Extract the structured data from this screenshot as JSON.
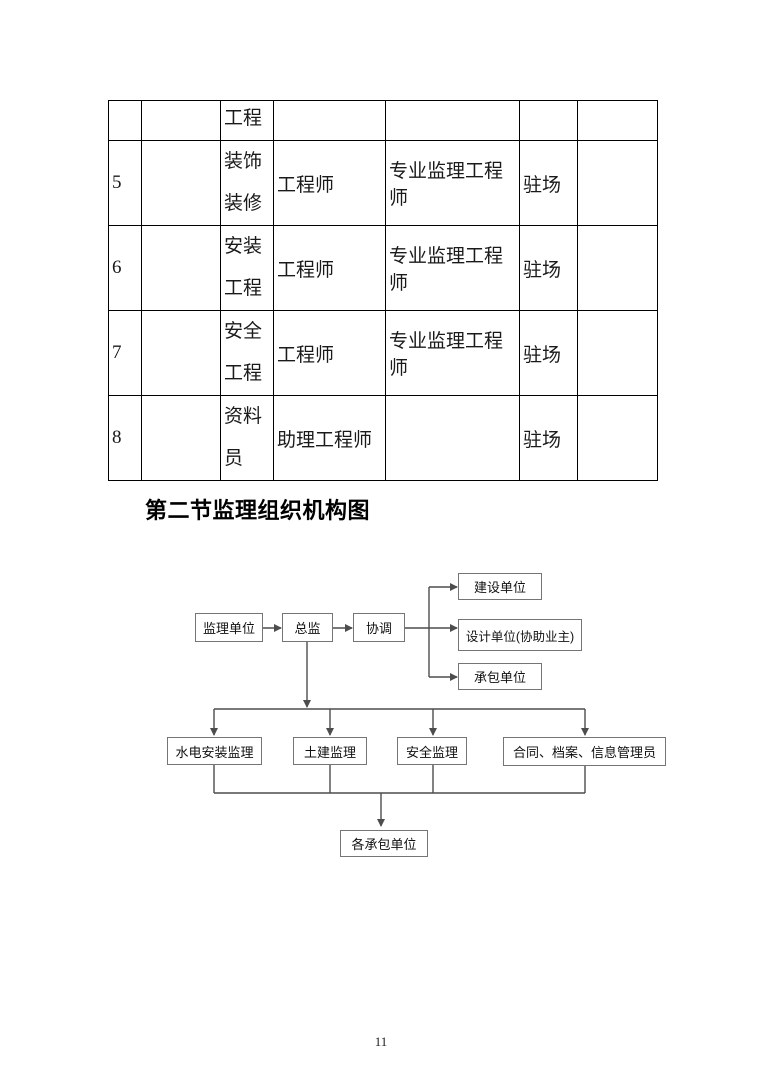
{
  "page": {
    "number": "11"
  },
  "section_heading": "第二节监理组织机构图",
  "colors": {
    "table_border": "#000000",
    "diagram_line": "#4d4d4d",
    "diagram_box_border": "#757575"
  },
  "table": {
    "rows": [
      {
        "c1": "",
        "c2": "",
        "c3": "工程",
        "c4": "",
        "c5": "",
        "c6": "",
        "c7": ""
      },
      {
        "c1": "5",
        "c2": "",
        "c3": "装饰\n装修",
        "c4": "工程师",
        "c5": "专业监理工程师",
        "c6": "驻场",
        "c7": ""
      },
      {
        "c1": "6",
        "c2": "",
        "c3": "安装\n工程",
        "c4": "工程师",
        "c5": "专业监理工程师",
        "c6": "驻场",
        "c7": ""
      },
      {
        "c1": "7",
        "c2": "",
        "c3": "安全\n工程",
        "c4": "工程师",
        "c5": "专业监理工程师",
        "c6": "驻场",
        "c7": ""
      },
      {
        "c1": "8",
        "c2": "",
        "c3": "资料\n员",
        "c4": "助理工程师",
        "c5": "",
        "c6": "驻场",
        "c7": ""
      }
    ]
  },
  "diagram": {
    "nodes": {
      "jianli_danwei": {
        "label": "监理单位"
      },
      "zongjian": {
        "label": "总监"
      },
      "xietiao": {
        "label": "协调"
      },
      "jianshe_danwei": {
        "label": "建设单位"
      },
      "sheji_danwei": {
        "label": "设计单位(协助业主)"
      },
      "chengbao_danwei": {
        "label": "承包单位"
      },
      "shuidian_jianli": {
        "label": "水电安装监理"
      },
      "tujian_jianli": {
        "label": "土建监理"
      },
      "anquan_jianli": {
        "label": "安全监理"
      },
      "hetong_guanli": {
        "label": "合同、档案、信息管理员"
      },
      "ge_chengbao_danwei": {
        "label": "各承包单位"
      }
    }
  }
}
